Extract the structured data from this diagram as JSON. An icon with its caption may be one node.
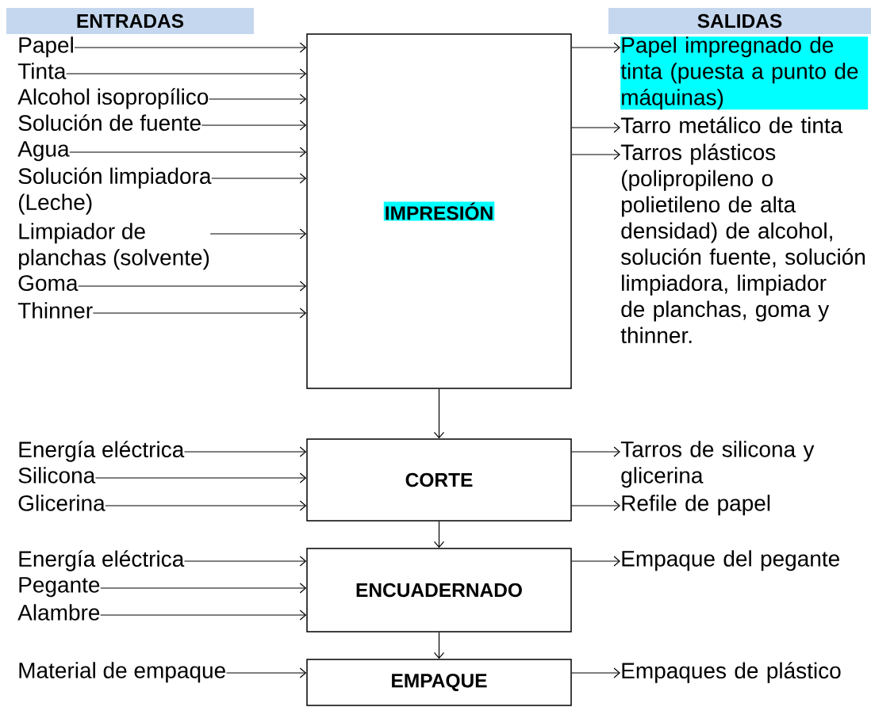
{
  "diagram": {
    "nodes": [
      {
        "text": [
          "ENTRADAS"
        ]
      },
      {
        "text": [
          "SALIDAS"
        ]
      },
      {
        "text": [
          "IMPRESIÓN"
        ]
      },
      {
        "text": [
          "Papel"
        ]
      },
      {
        "text": [
          "Tinta"
        ]
      },
      {
        "text": [
          "Alcohol isopropílico"
        ]
      },
      {
        "text": [
          "Solución de fuente"
        ]
      },
      {
        "text": [
          "Agua"
        ]
      },
      {
        "text": [
          "Solución limpiadora (Leche)"
        ]
      },
      {
        "text": [
          "Limpiador de planchas (solvente)"
        ]
      },
      {
        "text": [
          "Goma"
        ]
      },
      {
        "text": [
          "Thinner"
        ]
      },
      {
        "text": [
          "Papel impregnado de tinta (puesta a punto de máquinas)"
        ]
      },
      {
        "text": [
          "Tarro metálico de tinta"
        ]
      },
      {
        "text": [
          "Tarros plásticos (polipropileno o polietileno de alta densidad) de alcohol, solución fuente, solución limpiadora, limpiador de planchas, goma y thinner."
        ]
      },
      {
        "text": [
          "CORTE"
        ]
      },
      {
        "text": [
          "Energía eléctrica"
        ]
      },
      {
        "text": [
          "Silicona"
        ]
      },
      {
        "text": [
          "Glicerina"
        ]
      },
      {
        "text": [
          "Tarros de silicona y glicerina"
        ]
      },
      {
        "text": [
          "Refile de papel"
        ]
      },
      {
        "text": [
          "ENCUADERNADO"
        ]
      },
      {
        "text": [
          "Energía eléctrica"
        ]
      },
      {
        "text": [
          "Pegante"
        ]
      },
      {
        "text": [
          "Alambre"
        ]
      },
      {
        "text": [
          "Empaque del pegante"
        ]
      },
      {
        "text": [
          "EMPAQUE"
        ]
      },
      {
        "text": [
          "Material de empaque"
        ]
      },
      {
        "text": [
          "Empaques de plástico"
        ]
      }
    ],
    "edges": [
      {
        "from": 3,
        "to": 2,
        "arrow": "to"
      },
      {
        "from": 4,
        "to": 2,
        "arrow": "to"
      },
      {
        "from": 5,
        "to": 2,
        "arrow": "to"
      },
      {
        "from": 6,
        "to": 2,
        "arrow": "to"
      },
      {
        "from": 7,
        "to": 2,
        "arrow": "to"
      },
      {
        "from": 8,
        "to": 2,
        "arrow": "to"
      },
      {
        "from": 9,
        "to": 2,
        "arrow": "to"
      },
      {
        "from": 10,
        "to": 2,
        "arrow": "to"
      },
      {
        "from": 11,
        "to": 2,
        "arrow": "to"
      },
      {
        "from": 2,
        "to": 12,
        "arrow": "to"
      },
      {
        "from": 2,
        "to": 13,
        "arrow": "to"
      },
      {
        "from": 2,
        "to": 14,
        "arrow": "to"
      },
      {
        "from": 2,
        "to": 15,
        "arrow": "to"
      },
      {
        "from": 16,
        "to": 15,
        "arrow": "to"
      },
      {
        "from": 17,
        "to": 15,
        "arrow": "to"
      },
      {
        "from": 18,
        "to": 15,
        "arrow": "to"
      },
      {
        "from": 15,
        "to": 19,
        "arrow": "to"
      },
      {
        "from": 15,
        "to": 20,
        "arrow": "to"
      },
      {
        "from": 15,
        "to": 21,
        "arrow": "to"
      },
      {
        "from": 22,
        "to": 21,
        "arrow": "to"
      },
      {
        "from": 23,
        "to": 21,
        "arrow": "to"
      },
      {
        "from": 24,
        "to": 21,
        "arrow": "to"
      },
      {
        "from": 21,
        "to": 25,
        "arrow": "to"
      },
      {
        "from": 21,
        "to": 26,
        "arrow": "to"
      },
      {
        "from": 27,
        "to": 26,
        "arrow": "to"
      },
      {
        "from": 26,
        "to": 28,
        "arrow": "to"
      }
    ]
  }
}
